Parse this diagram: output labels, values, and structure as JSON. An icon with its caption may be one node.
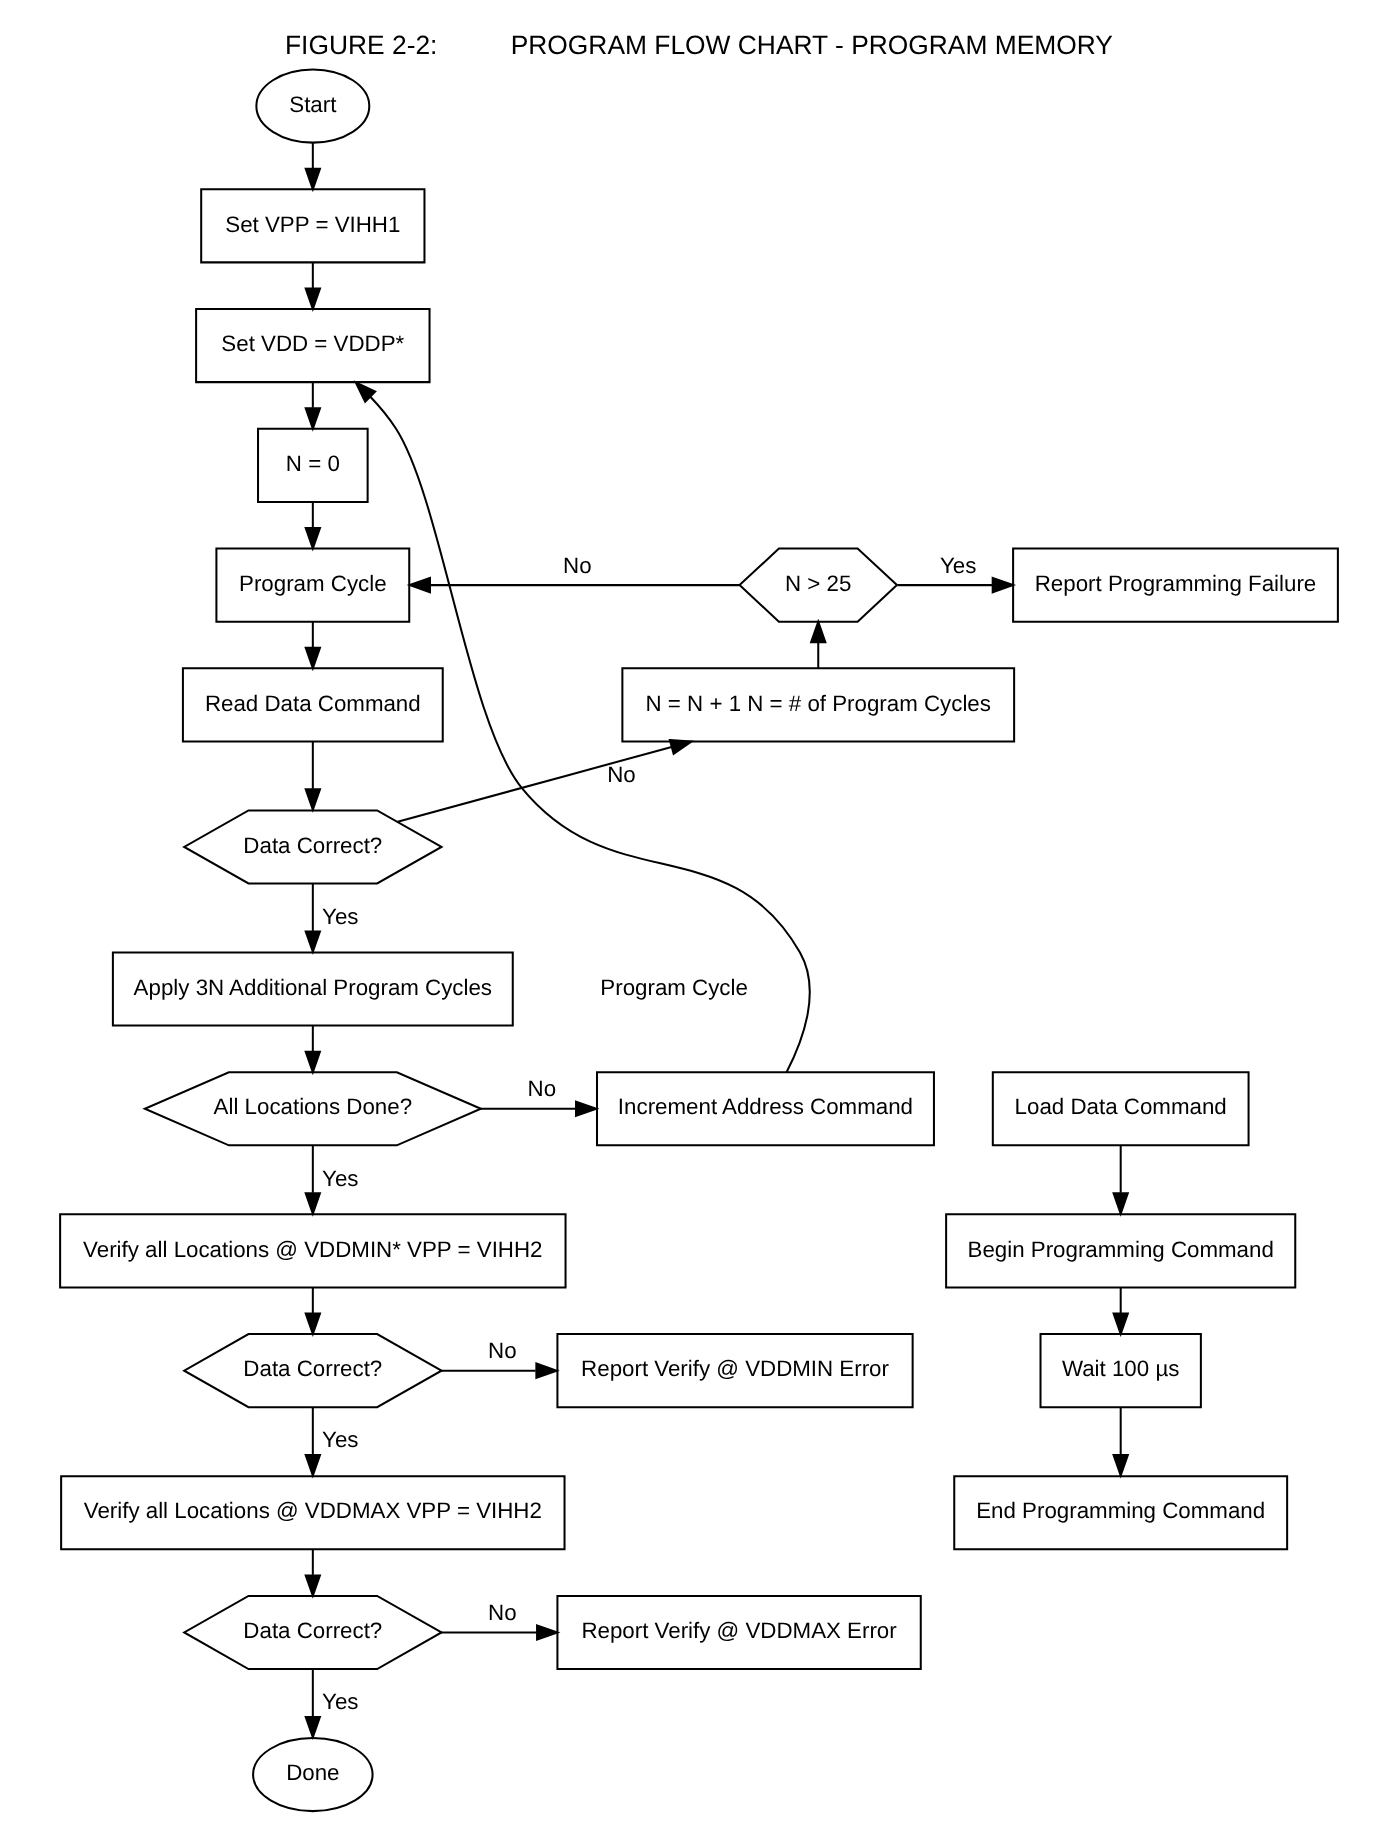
{
  "diagram": {
    "title": "FIGURE 2-2:          PROGRAM FLOW CHART - PROGRAM MEMORY",
    "nodes": [
      {
        "text": [
          "Start"
        ]
      },
      {
        "text": [
          "Set VPP = VIHH1"
        ]
      },
      {
        "text": [
          "Set VDD = VDDP*"
        ]
      },
      {
        "text": [
          "N = 0"
        ]
      },
      {
        "text": [
          "Program Cycle"
        ]
      },
      {
        "text": [
          "Read Data Command"
        ]
      },
      {
        "text": [
          "Data Correct?"
        ]
      },
      {
        "text": [
          "N = N + 1 N = # of Program Cycles"
        ]
      },
      {
        "text": [
          "N > 25"
        ]
      },
      {
        "text": [
          "Report Programming Failure"
        ]
      },
      {
        "text": [
          "Apply 3N Additional Program Cycles"
        ]
      },
      {
        "text": [
          "All Locations Done?"
        ]
      },
      {
        "text": [
          "Increment Address Command"
        ]
      },
      {
        "text": [
          "Verify all Locations @ VDDMIN* VPP = VIHH2"
        ]
      },
      {
        "text": [
          "Data Correct?"
        ]
      },
      {
        "text": [
          "Report Verify @ VDDMIN Error"
        ]
      },
      {
        "text": [
          "Verify all Locations @ VDDMAX VPP = VIHH2"
        ]
      },
      {
        "text": [
          "Data Correct?"
        ]
      },
      {
        "text": [
          "Report Verify @ VDDMAX Error"
        ]
      },
      {
        "text": [
          "Done"
        ]
      },
      {
        "text": [
          "Load Data Command"
        ]
      },
      {
        "text": [
          "Begin Programming Command"
        ]
      },
      {
        "text": [
          "Wait 100 µs"
        ]
      },
      {
        "text": [
          "End Programming Command"
        ]
      }
    ],
    "edges": [
      {
        "from": 0,
        "to": 1,
        "arrow": "to"
      },
      {
        "from": 1,
        "to": 2,
        "arrow": "to"
      },
      {
        "from": 2,
        "to": 3,
        "arrow": "to"
      },
      {
        "from": 3,
        "to": 4,
        "arrow": "to"
      },
      {
        "from": 4,
        "to": 5,
        "arrow": "to"
      },
      {
        "from": 5,
        "to": 6,
        "arrow": "to"
      },
      {
        "from": 6,
        "to": 7,
        "arrow": "to",
        "label": "No"
      },
      {
        "from": 7,
        "to": 8,
        "arrow": "to"
      },
      {
        "from": 8,
        "to": 4,
        "arrow": "to",
        "label": "No"
      },
      {
        "from": 8,
        "to": 9,
        "arrow": "to",
        "label": "Yes"
      },
      {
        "from": 6,
        "to": 10,
        "arrow": "to",
        "label": "Yes"
      },
      {
        "from": 10,
        "to": 11,
        "arrow": "to"
      },
      {
        "from": 11,
        "to": 12,
        "arrow": "to",
        "label": "No"
      },
      {
        "from": 12,
        "to": 2,
        "arrow": "to"
      },
      {
        "from": 11,
        "to": 13,
        "arrow": "to",
        "label": "Yes"
      },
      {
        "from": 13,
        "to": 14,
        "arrow": "to"
      },
      {
        "from": 14,
        "to": 15,
        "arrow": "to",
        "label": "No"
      },
      {
        "from": 14,
        "to": 16,
        "arrow": "to",
        "label": "Yes"
      },
      {
        "from": 16,
        "to": 17,
        "arrow": "to"
      },
      {
        "from": 17,
        "to": 18,
        "arrow": "to",
        "label": "No"
      },
      {
        "from": 17,
        "to": 19,
        "arrow": "to",
        "label": "Yes"
      },
      {
        "from": 20,
        "to": 21,
        "arrow": "to"
      },
      {
        "from": 21,
        "to": 22,
        "arrow": "to"
      },
      {
        "from": 22,
        "to": 23,
        "arrow": "to"
      }
    ],
    "labels": [
      "Program Cycle"
    ]
  }
}
